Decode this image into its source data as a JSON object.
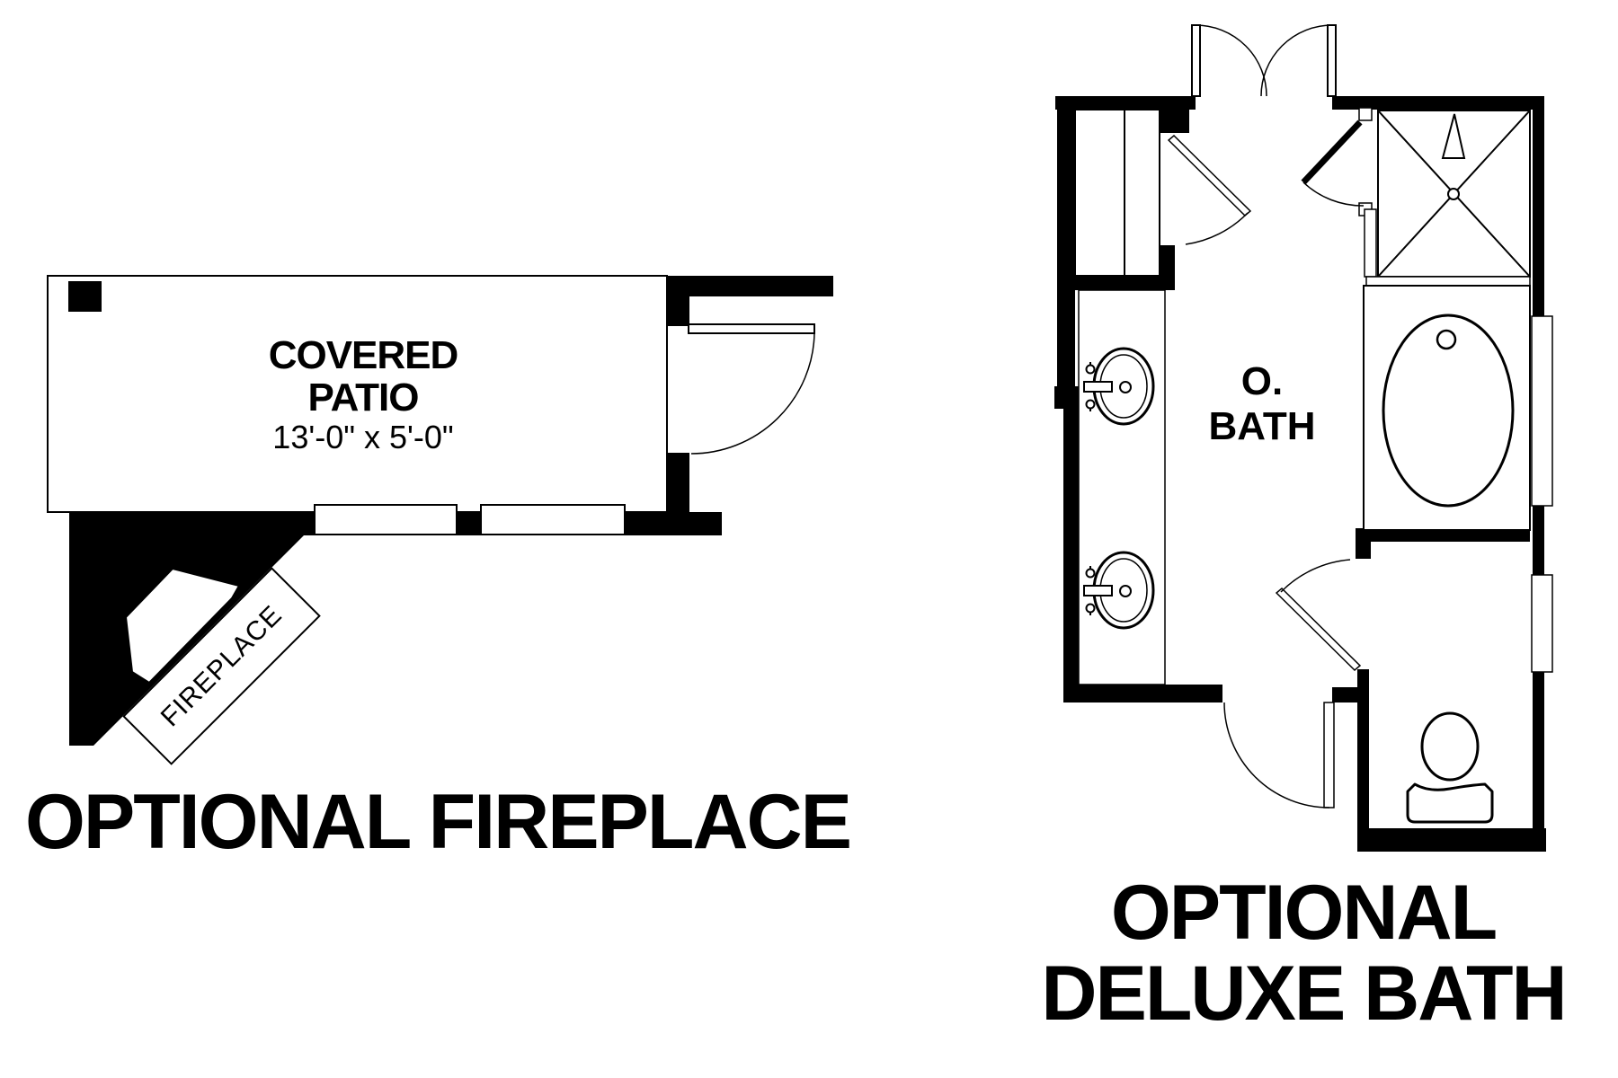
{
  "colors": {
    "ink": "#000000",
    "paper": "#ffffff"
  },
  "fireplace_figure": {
    "title": "OPTIONAL FIREPLACE",
    "room": {
      "line1": "COVERED",
      "line2": "PATIO",
      "dims": "13'-0\" x 5'-0\""
    },
    "fireplace_label": "FIREPLACE"
  },
  "bath_figure": {
    "title": {
      "line1": "OPTIONAL",
      "line2": "DELUXE BATH"
    },
    "room": {
      "line1": "O.",
      "line2": "BATH"
    }
  }
}
